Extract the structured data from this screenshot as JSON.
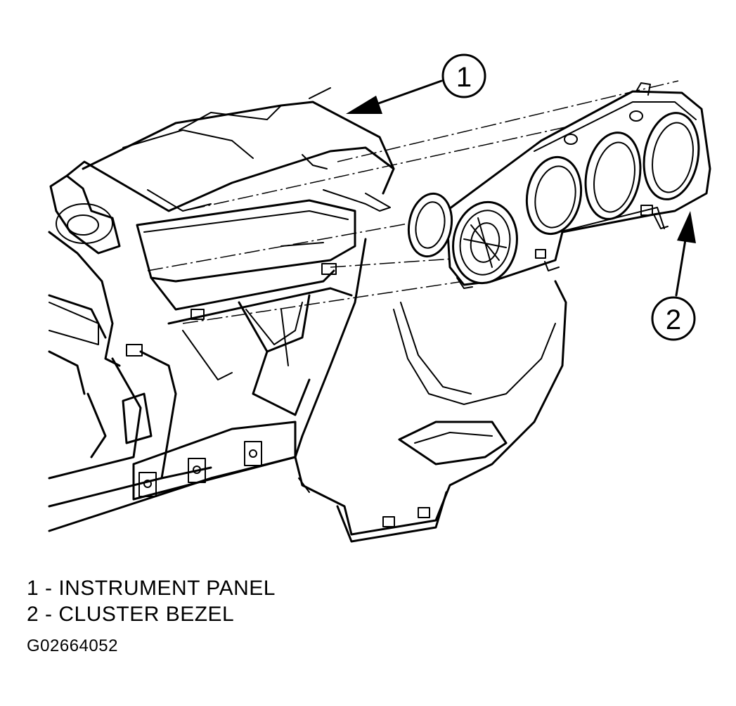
{
  "callouts": [
    {
      "number": "1"
    },
    {
      "number": "2"
    }
  ],
  "legend": [
    {
      "text": "1 - INSTRUMENT PANEL"
    },
    {
      "text": "2 - CLUSTER BEZEL"
    }
  ],
  "figure_id": "G02664052"
}
